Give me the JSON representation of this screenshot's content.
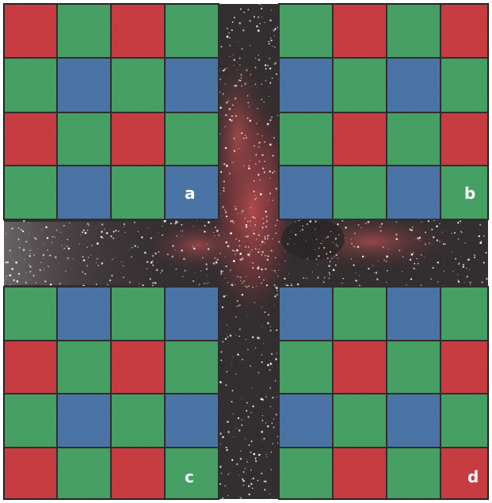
{
  "panels": [
    {
      "label": "a",
      "pattern": [
        [
          "R",
          "G",
          "R",
          "G"
        ],
        [
          "G",
          "B",
          "G",
          "B"
        ],
        [
          "R",
          "G",
          "R",
          "G"
        ],
        [
          "G",
          "B",
          "G",
          "B"
        ]
      ]
    },
    {
      "label": "b",
      "pattern": [
        [
          "G",
          "R",
          "G",
          "R"
        ],
        [
          "B",
          "G",
          "B",
          "G"
        ],
        [
          "G",
          "R",
          "G",
          "R"
        ],
        [
          "B",
          "G",
          "B",
          "G"
        ]
      ]
    },
    {
      "label": "c",
      "pattern": [
        [
          "G",
          "B",
          "G",
          "B"
        ],
        [
          "R",
          "G",
          "R",
          "G"
        ],
        [
          "G",
          "B",
          "G",
          "B"
        ],
        [
          "R",
          "G",
          "R",
          "G"
        ]
      ]
    },
    {
      "label": "d",
      "pattern": [
        [
          "B",
          "G",
          "B",
          "G"
        ],
        [
          "G",
          "R",
          "G",
          "R"
        ],
        [
          "B",
          "G",
          "B",
          "G"
        ],
        [
          "G",
          "R",
          "G",
          "R"
        ]
      ]
    }
  ],
  "colors": {
    "R": "#c0242a",
    "G": "#2f9350",
    "B": "#34629a",
    "grid_line": "#141414",
    "sky": "#1a1416",
    "nebula": "#9a2a2e",
    "label_text": "#ffffff"
  }
}
